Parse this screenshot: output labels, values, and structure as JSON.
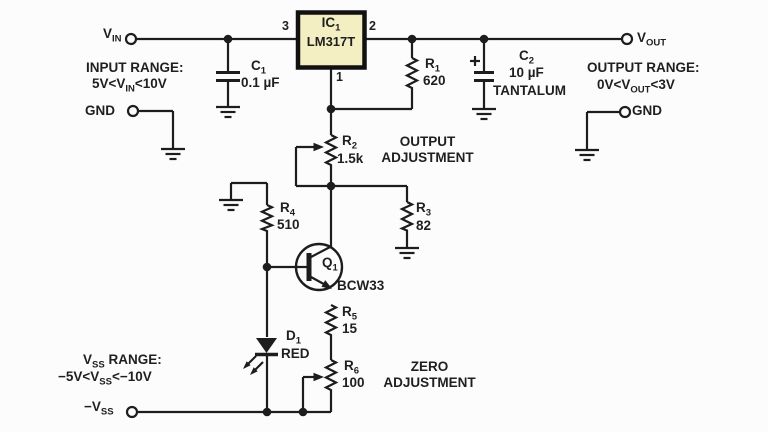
{
  "colors": {
    "background": "#fcfcfc",
    "line": "#1d1d1d",
    "ic_fill": "#f4efc2"
  },
  "labels": {
    "vin": {
      "pre": "V",
      "sub": "IN",
      "post": ""
    },
    "input_range_1": {
      "pre": "INPUT RANGE:",
      "sub": "",
      "post": ""
    },
    "input_range_2": {
      "pre": "5V<V",
      "sub": "IN",
      "post": "<10V"
    },
    "gnd_left": {
      "pre": "GND",
      "sub": "",
      "post": ""
    },
    "pin3": {
      "pre": "3",
      "sub": "",
      "post": ""
    },
    "pin2": {
      "pre": "2",
      "sub": "",
      "post": ""
    },
    "pin1": {
      "pre": "1",
      "sub": "",
      "post": ""
    },
    "ic_name": {
      "pre": "IC",
      "sub": "1",
      "post": ""
    },
    "ic_part": {
      "pre": "LM317T",
      "sub": "",
      "post": ""
    },
    "c1_name": {
      "pre": "C",
      "sub": "1",
      "post": ""
    },
    "c1_value": {
      "pre": "0.1 µF",
      "sub": "",
      "post": ""
    },
    "r1_name": {
      "pre": "R",
      "sub": "1",
      "post": ""
    },
    "r1_value": {
      "pre": "620",
      "sub": "",
      "post": ""
    },
    "c2_name": {
      "pre": "C",
      "sub": "2",
      "post": ""
    },
    "c2_value": {
      "pre": "10 µF",
      "sub": "",
      "post": ""
    },
    "c2_type": {
      "pre": "TANTALUM",
      "sub": "",
      "post": ""
    },
    "vout": {
      "pre": "V",
      "sub": "OUT",
      "post": ""
    },
    "output_range_1": {
      "pre": "OUTPUT RANGE:",
      "sub": "",
      "post": ""
    },
    "output_range_2": {
      "pre": "0V<V",
      "sub": "OUT",
      "post": "<3V"
    },
    "gnd_right": {
      "pre": "GND",
      "sub": "",
      "post": ""
    },
    "r2_name": {
      "pre": "R",
      "sub": "2",
      "post": ""
    },
    "r2_value": {
      "pre": "1.5k",
      "sub": "",
      "post": ""
    },
    "output_adj_1": {
      "pre": "OUTPUT",
      "sub": "",
      "post": ""
    },
    "output_adj_2": {
      "pre": "ADJUSTMENT",
      "sub": "",
      "post": ""
    },
    "r3_name": {
      "pre": "R",
      "sub": "3",
      "post": ""
    },
    "r3_value": {
      "pre": "82",
      "sub": "",
      "post": ""
    },
    "r4_name": {
      "pre": "R",
      "sub": "4",
      "post": ""
    },
    "r4_value": {
      "pre": "510",
      "sub": "",
      "post": ""
    },
    "q1_name": {
      "pre": "Q",
      "sub": "1",
      "post": ""
    },
    "q1_part": {
      "pre": "BCW33",
      "sub": "",
      "post": ""
    },
    "r5_name": {
      "pre": "R",
      "sub": "5",
      "post": ""
    },
    "r5_value": {
      "pre": "15",
      "sub": "",
      "post": ""
    },
    "d1_name": {
      "pre": "D",
      "sub": "1",
      "post": ""
    },
    "d1_color": {
      "pre": "RED",
      "sub": "",
      "post": ""
    },
    "vss_range_1": {
      "pre": "V",
      "sub": "SS",
      "post": " RANGE:"
    },
    "vss_range_2": {
      "pre": "−5V<V",
      "sub": "SS",
      "post": "<−10V"
    },
    "neg_vss": {
      "pre": "−V",
      "sub": "SS",
      "post": ""
    },
    "r6_name": {
      "pre": "R",
      "sub": "6",
      "post": ""
    },
    "r6_value": {
      "pre": "100",
      "sub": "",
      "post": ""
    },
    "zero_adj_1": {
      "pre": "ZERO",
      "sub": "",
      "post": ""
    },
    "zero_adj_2": {
      "pre": "ADJUSTMENT",
      "sub": "",
      "post": ""
    }
  }
}
